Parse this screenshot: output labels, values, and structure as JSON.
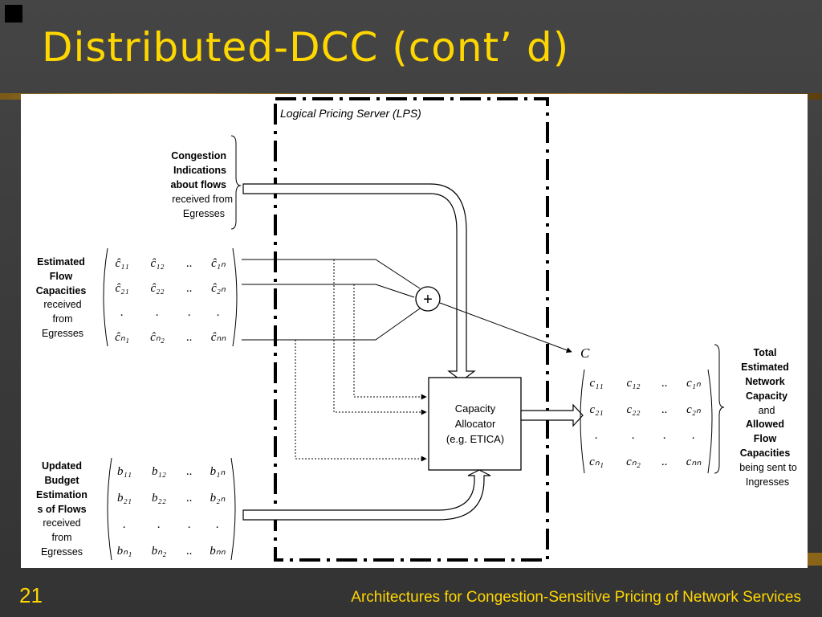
{
  "slide": {
    "title": "Distributed-DCC (cont’ d)",
    "page_number": "21",
    "footer": "Architectures for Congestion-Sensitive Pricing of Network Services"
  },
  "diagram": {
    "lps_label": "Logical Pricing Server (LPS)",
    "congestion_label": {
      "bold_lines": [
        "Congestion",
        "Indications",
        "about flows"
      ],
      "normal_lines": [
        "received from",
        "Egresses"
      ]
    },
    "estimated_flow_label": {
      "bold_lines": [
        "Estimated",
        "Flow",
        "Capacities"
      ],
      "normal_lines": [
        "received",
        "from",
        "Egresses"
      ]
    },
    "budget_label": {
      "bold_lines": [
        "Updated",
        "Budget",
        "Estimation",
        "s of Flows"
      ],
      "normal_lines": [
        "received",
        "from",
        "Egresses"
      ]
    },
    "output_label": {
      "bold_lines": [
        "Total",
        "Estimated",
        "Network",
        "Capacity"
      ],
      "mid_line": "and",
      "bold_lines2": [
        "Allowed",
        "Flow",
        "Capacities"
      ],
      "normal_lines": [
        "being sent to",
        "Ingresses"
      ]
    },
    "allocator_lines": [
      "Capacity",
      "Allocator",
      "(e.g. ETICA)"
    ],
    "sum_symbol": "+",
    "total_symbol": "C",
    "matrix_c_hat": [
      [
        "ĉ₁₁",
        "ĉ₁₂",
        "..",
        "ĉ₁ₙ"
      ],
      [
        "ĉ₂₁",
        "ĉ₂₂",
        "..",
        "ĉ₂ₙ"
      ],
      [
        ".",
        ".",
        ".",
        "."
      ],
      [
        "ĉₙ₁",
        "ĉₙ₂",
        "..",
        "ĉₙₙ"
      ]
    ],
    "matrix_b": [
      [
        "b₁₁",
        "b₁₂",
        "..",
        "b₁ₙ"
      ],
      [
        "b₂₁",
        "b₂₂",
        "..",
        "b₂ₙ"
      ],
      [
        ".",
        ".",
        ".",
        "."
      ],
      [
        "bₙ₁",
        "bₙ₂",
        "..",
        "bₙₙ"
      ]
    ],
    "matrix_c": [
      [
        "c₁₁",
        "c₁₂",
        "..",
        "c₁ₙ"
      ],
      [
        "c₂₁",
        "c₂₂",
        "..",
        "c₂ₙ"
      ],
      [
        ".",
        ".",
        ".",
        "."
      ],
      [
        "cₙ₁",
        "cₙ₂",
        "..",
        "cₙₙ"
      ]
    ]
  }
}
